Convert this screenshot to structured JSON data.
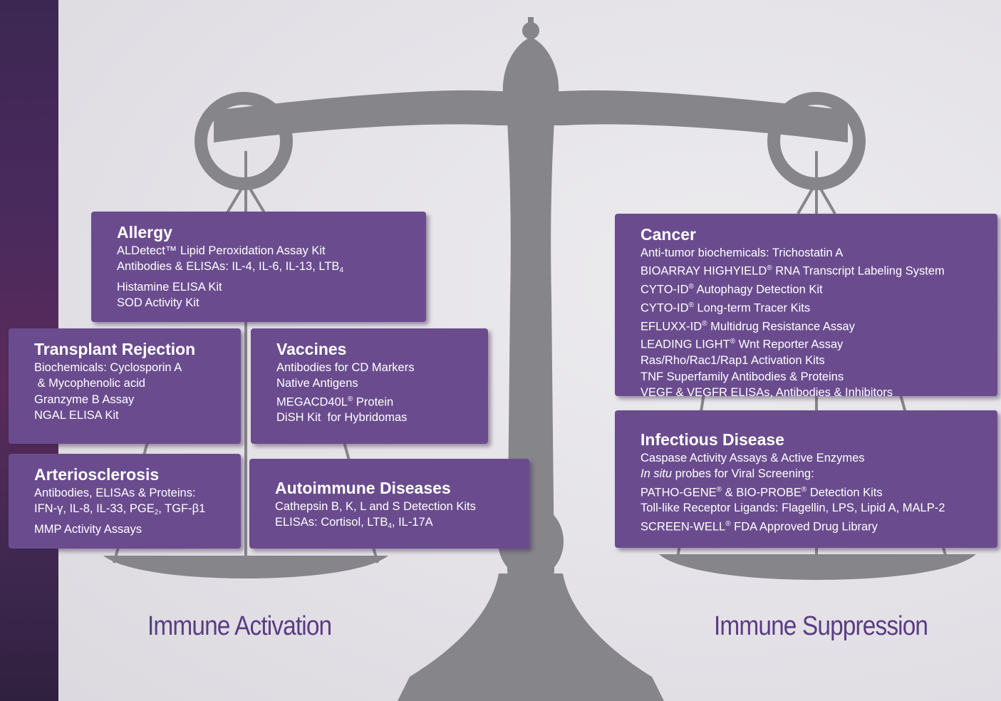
{
  "colors": {
    "box": "#6a4c8e",
    "scale": "#86858a",
    "caption": "#5a3d82"
  },
  "left_pan": {
    "caption": "Immune Activation",
    "boxes": [
      {
        "id": "allergy",
        "title": "Allergy",
        "items": [
          "ALDetect™ Lipid Peroxidation Assay Kit",
          "Antibodies & ELISAs: IL-4, IL-6, IL-13, LTB4",
          "Histamine  ELISA Kit",
          "SOD Activity Kit"
        ]
      },
      {
        "id": "transplant",
        "title": "Transplant Rejection",
        "items": [
          "Biochemicals: Cyclosporin A",
          " & Mycophenolic acid",
          "Granzyme B Assay",
          "NGAL ELISA Kit"
        ]
      },
      {
        "id": "vaccines",
        "title": "Vaccines",
        "items": [
          "Antibodies for CD Markers",
          "Native Antigens",
          "MEGACD40L® Protein",
          "DiSH Kit  for Hybridomas"
        ]
      },
      {
        "id": "arteriosclerosis",
        "title": "Arteriosclerosis",
        "items": [
          "Antibodies, ELISAs & Proteins:",
          "IFN-γ, IL-8, IL-33, PGE2, TGF-β1",
          "MMP Activity Assays"
        ]
      },
      {
        "id": "autoimmune",
        "title": "Autoimmune Diseases",
        "items": [
          "Cathepsin B, K, L and S Detection Kits",
          "ELISAs: Cortisol, LTB4, IL-17A"
        ]
      }
    ]
  },
  "right_pan": {
    "caption": "Immune Suppression",
    "boxes": [
      {
        "id": "cancer",
        "title": "Cancer",
        "items": [
          "Anti-tumor biochemicals: Trichostatin A",
          "BIOARRAY HIGHYIELD® RNA Transcript Labeling System",
          "CYTO-ID® Autophagy Detection Kit",
          "CYTO-ID® Long-term Tracer Kits",
          "EFLUXX-ID® Multidrug Resistance Assay",
          "LEADING LIGHT® Wnt Reporter Assay",
          "Ras/Rho/Rac1/Rap1 Activation Kits",
          "TNF Superfamily Antibodies & Proteins",
          "VEGF & VEGFR ELISAs, Antibodies & Inhibitors"
        ]
      },
      {
        "id": "infectious",
        "title": "Infectious Disease",
        "items": [
          "Caspase Activity Assays & Active Enzymes",
          "In situ probes for Viral Screening:",
          "PATHO-GENE® & BIO-PROBE® Detection Kits",
          "Toll-like Receptor Ligands: Flagellin, LPS, Lipid A, MALP-2",
          "SCREEN-WELL® FDA Approved Drug Library"
        ]
      }
    ]
  }
}
